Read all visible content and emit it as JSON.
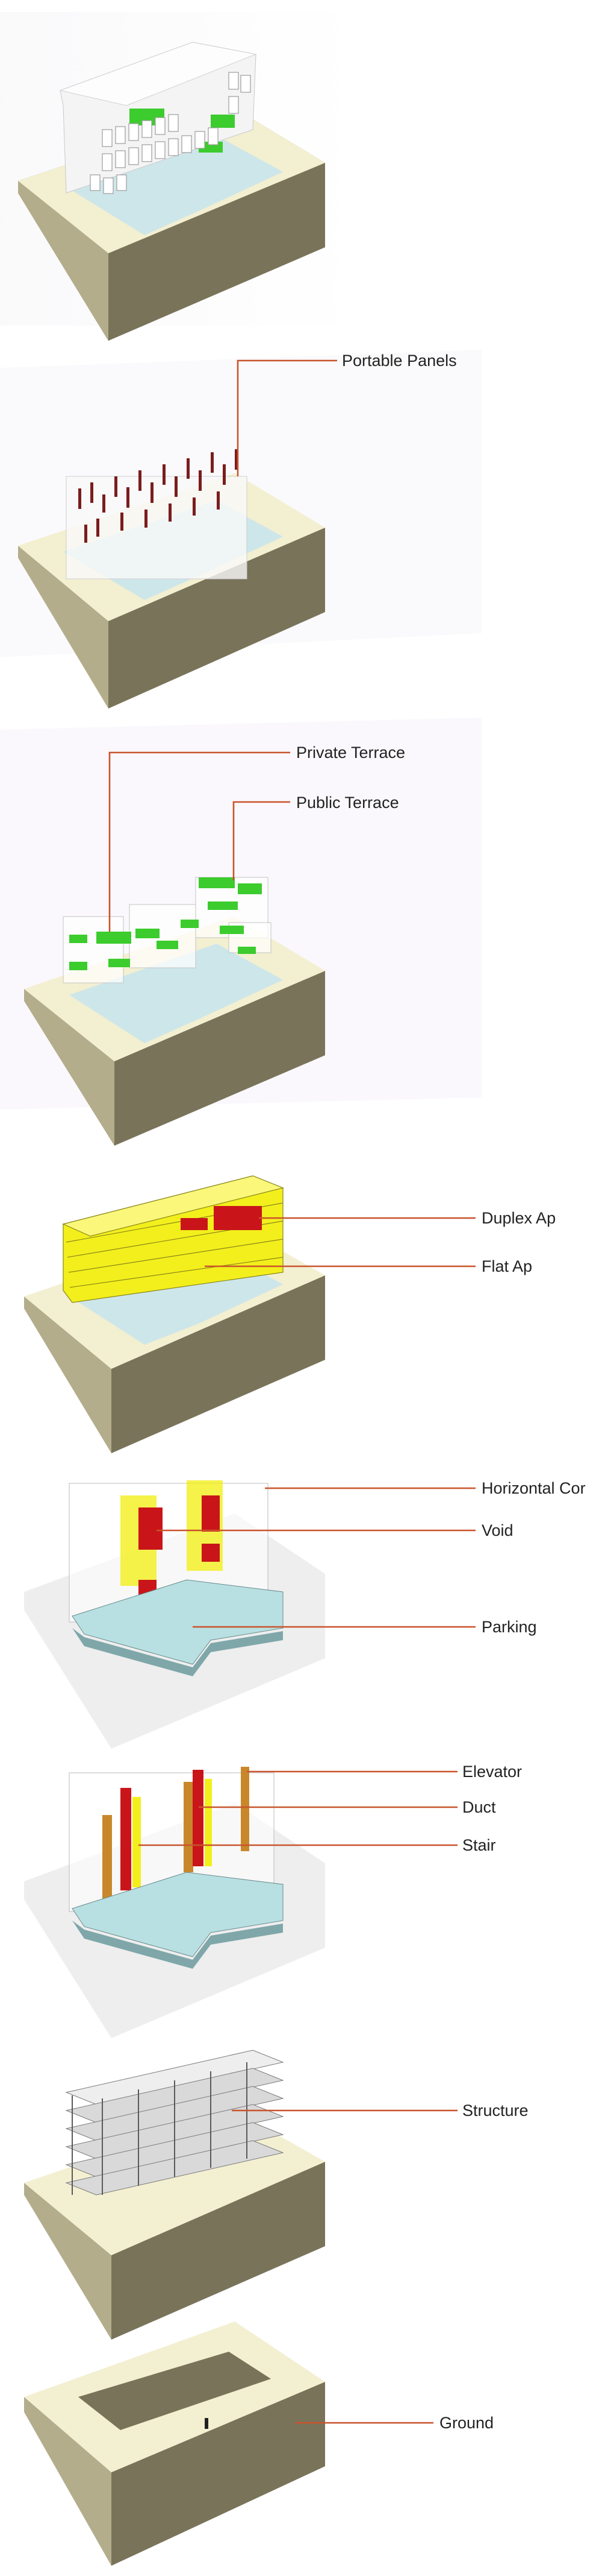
{
  "diagram": {
    "labels": {
      "portable_panels": "Portable Panels",
      "private_terrace": "Private Terrace",
      "public_terrace": "Public Terrace",
      "duplex_ap": "Duplex Ap",
      "flat_ap": "Flat Ap",
      "horizontal_cor": "Horizontal Cor",
      "void": "Void",
      "parking": "Parking",
      "elevator": "Elevator",
      "duct": "Duct",
      "stair": "Stair",
      "structure": "Structure",
      "ground": "Ground"
    },
    "colors": {
      "leader_line": "#c9542c",
      "base_top": "#f3efd1",
      "base_front": "#b3ad8c",
      "base_side": "#6f6a52",
      "water": "#cde6ea",
      "glass_panel": "#f2f2f2",
      "terrace_green": "#3ccc2e",
      "apartment_yellow": "#f3ef1c",
      "duplex_red": "#c9151a",
      "elevator_orange": "#c9872b",
      "structure_grey": "#d9d9d9"
    }
  }
}
